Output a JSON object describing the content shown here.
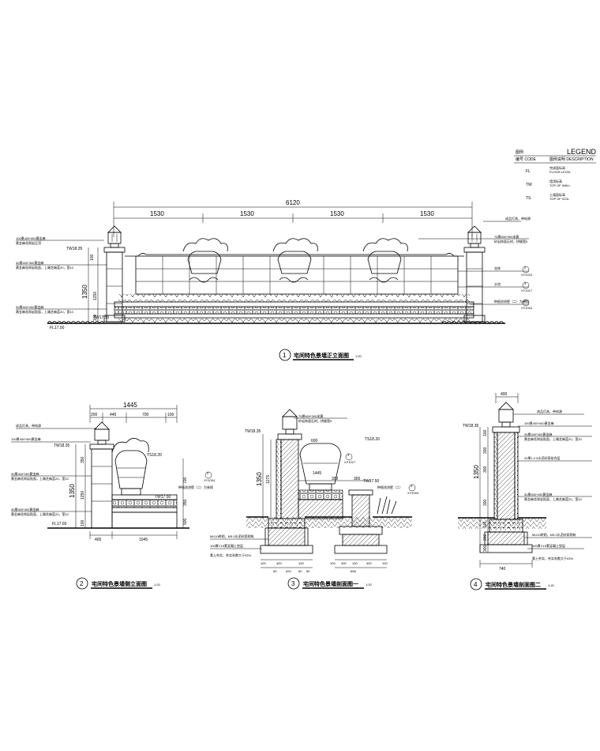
{
  "legend": {
    "title_cn": "图例",
    "title_en": "LEGEND",
    "header_code": "编号 CODE",
    "header_desc": "图例说明 DESCRIPTION",
    "rows": [
      {
        "code": "FL",
        "cn": "完成面标高",
        "en": "FLOOR LEVEL"
      },
      {
        "code": "TW",
        "cn": "墙顶标高",
        "en": "TOP OF WALL"
      },
      {
        "code": "TS",
        "cn": "土壤面标高",
        "en": "TOP OF SOIL"
      }
    ]
  },
  "view1": {
    "number": "1",
    "title": "宅间特色景墙正立面图",
    "scale": "1:20",
    "dim_total": "6120",
    "dim_segments": [
      "1530",
      "1530",
      "1530",
      "1530"
    ],
    "dims_left": [
      "100",
      "1350",
      "1250",
      "100"
    ],
    "levels": [
      "TW18.35",
      "TW17.50",
      "FL17.00"
    ],
    "notes_left": [
      "100厚400*400黄金麻",
      "黄金麻花岗岩压顶",
      "30厚400*300黄金麻",
      "黄金麻花岗岩贴面，上端芝麻蓝20，宽10",
      "30厚400*400黄金麻",
      "黄金麻花岗岩贴面，上端芝麻蓝20，宽10"
    ],
    "notes_right": [
      "成品灯具，带电源",
      "75厚600*300米黄",
      "砂岩饰面石材，拼缝宽5",
      "花钵",
      "详见",
      "水池",
      "详见",
      "种植池池壁（二）为参照"
    ],
    "refs": [
      "2",
      "3",
      "4"
    ],
    "ref_sheets": [
      "XY1010",
      "XY1017",
      "XY1004"
    ]
  },
  "view2": {
    "number": "2",
    "title": "宅间特色景墙侧立面图",
    "scale": "1:20",
    "dim_total": "1445",
    "dim_segments": [
      "200",
      "445",
      "700",
      "100"
    ],
    "dims_bottom": [
      "400",
      "1045"
    ],
    "dims_left": [
      "350",
      "1350",
      "1250",
      "100",
      "700",
      "350",
      "500"
    ],
    "levels": [
      "TW18.35",
      "TS18.20",
      "TW17.50",
      "FL17.00"
    ],
    "notes": [
      "成品灯具，带电源",
      "100厚400*400黄金麻",
      "30厚400*300黄金麻",
      "黄金麻花岗岩贴面，上端芝麻蓝20，宽10",
      "30厚400*400黄金麻",
      "黄金麻花岗岩贴面，上端芝麻蓝20，宽10",
      "种植池池壁（二）为参照"
    ],
    "ref": "2",
    "ref_sheet": "XY1004"
  },
  "view3": {
    "number": "3",
    "title": "宅间特色景墙剖面图一",
    "scale": "1:20",
    "dim_top": "600",
    "dim_mid": [
      "300",
      "300"
    ],
    "dim_vase": "1445",
    "dims_left": [
      "1350",
      "1275"
    ],
    "dims_bottom_left": [
      "100",
      "400",
      "100",
      "60",
      "620",
      "60",
      "80"
    ],
    "dims_bottom_right": [
      "100",
      "300",
      "100",
      "400",
      "658",
      "100"
    ],
    "levels": [
      "TW18.35",
      "TS18.20",
      "TW17.50"
    ],
    "notes": [
      "75厚600*300米黄",
      "砂岩饰面石材，拼缝宽5",
      "种植池池壁（二）",
      "MU10砖砌，M5.0水泥砂浆砌筑",
      "100厚C15素混凝土垫层",
      "素土夯实，夯实系数大于93%"
    ],
    "ref": "4",
    "ref_sheet": "XY1004",
    "ref2": "3",
    "ref2_sheet": "XY1017"
  },
  "view4": {
    "number": "4",
    "title": "宅间特色景墙剖面图二",
    "scale": "1:20",
    "dim_top": "400",
    "dim_bottom": "740",
    "dims_left": [
      "100",
      "300",
      "300",
      "1350",
      "300",
      "100",
      "200",
      "300"
    ],
    "levels": [
      "TW18.35"
    ],
    "notes": [
      "成品灯具，带电源",
      "100厚400*400黄金麻",
      "30厚400*300黄金麻",
      "黄金麻花岗岩贴面，上端芝麻蓝20，宽10",
      "20厚1:2.5水泥砂浆结合层",
      "30厚400*400黄金麻",
      "黄金麻花岗岩贴面，上端芝麻蓝20，宽10",
      "MU10砖砌，M5.0水泥砂浆砌筑",
      "100厚C15素混凝土垫层",
      "素土夯实，夯实系数大于93%"
    ]
  }
}
